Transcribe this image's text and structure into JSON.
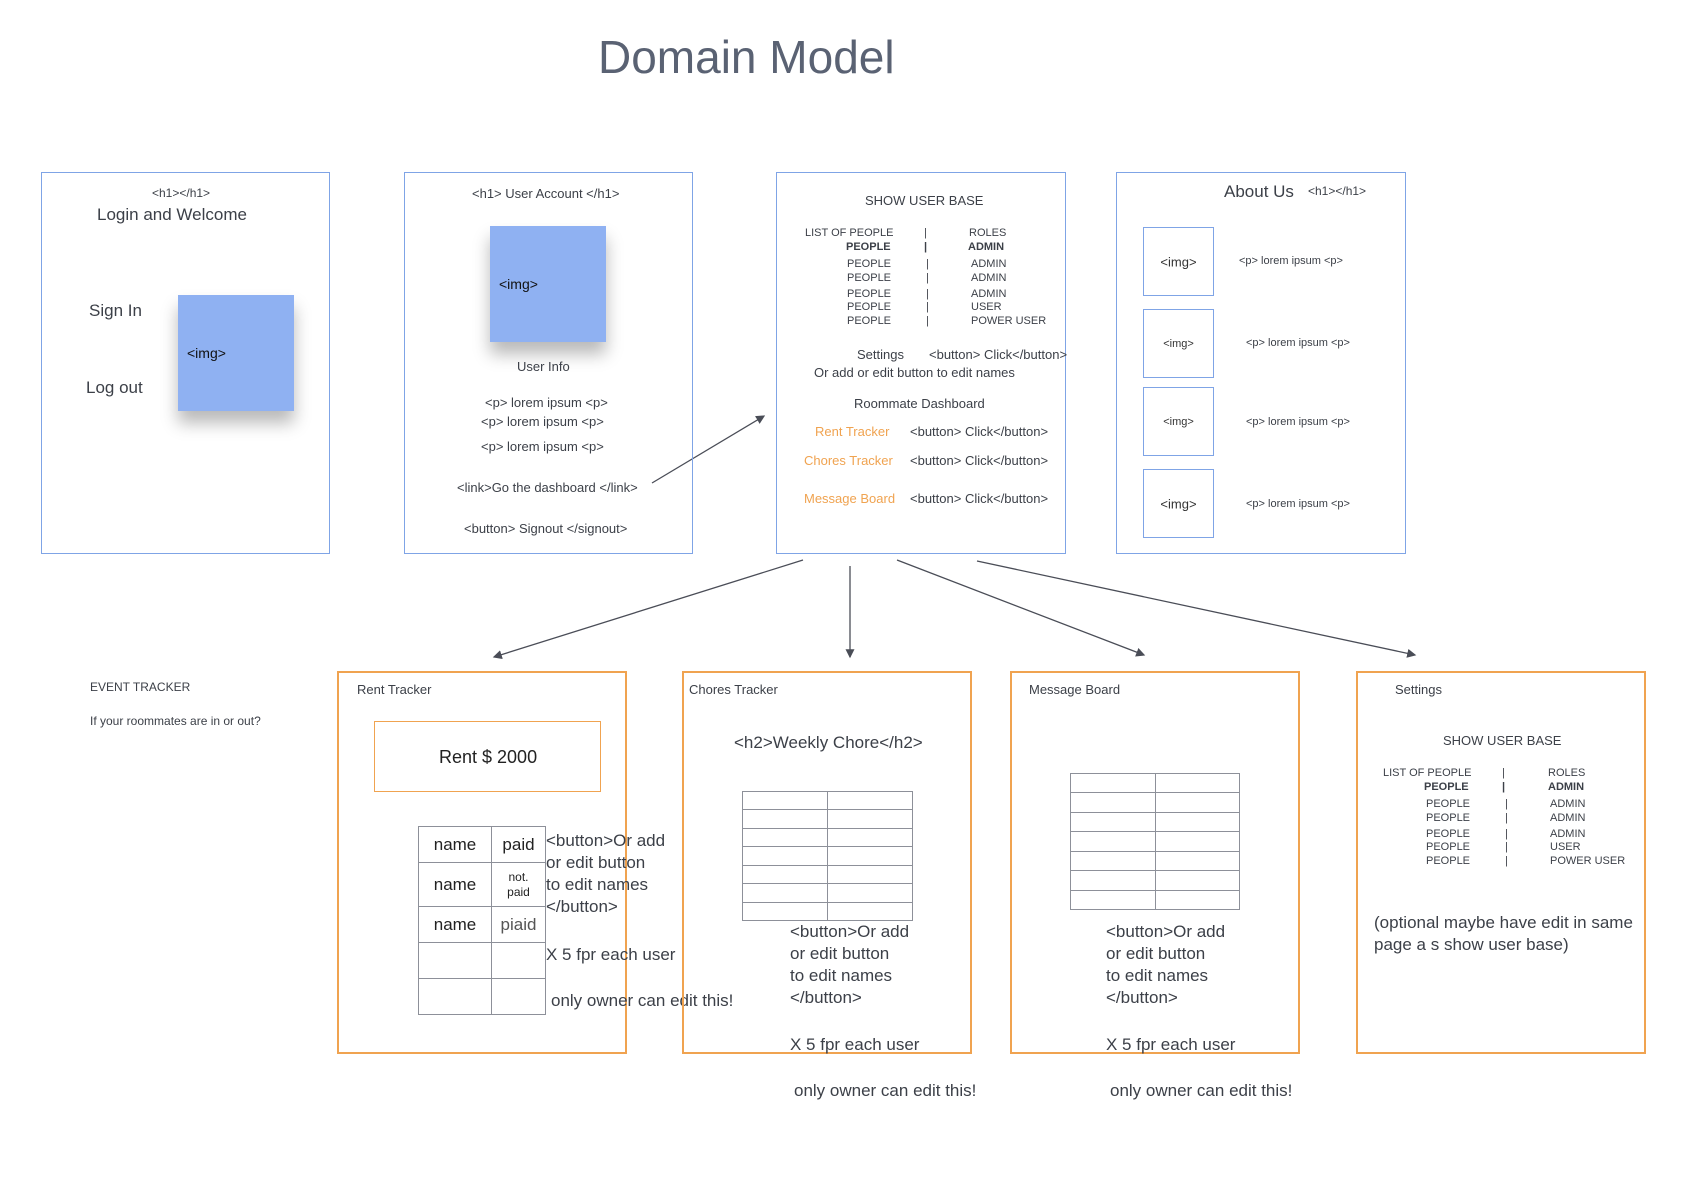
{
  "title": "Domain Model",
  "login_frame": {
    "h1_tag": "<h1></h1>",
    "heading": "Login  and Welcome",
    "sign_in": "Sign In",
    "log_out": "Log out",
    "img": "<img>"
  },
  "account_frame": {
    "h1_tag": "<h1> User Account </h1>",
    "img": "<img>",
    "user_info": "User Info",
    "p1": "<p> lorem ipsum <p>",
    "p2": "<p> lorem ipsum <p>",
    "p3": "<p> lorem ipsum <p>",
    "link": "<link>Go the dashboard </link>",
    "button": "<button> Signout </signout>"
  },
  "dashboard_frame": {
    "heading": "SHOW USER BASE",
    "col_people": "LIST OF PEOPLE",
    "col_sep": "|",
    "col_roles": "ROLES",
    "rows": [
      {
        "people": "PEOPLE",
        "sep": "|",
        "role": "ADMIN"
      },
      {
        "people": "PEOPLE",
        "sep": "|",
        "role": "ADMIN"
      },
      {
        "people": "PEOPLE",
        "sep": "|",
        "role": "ADMIN"
      },
      {
        "people": "PEOPLE",
        "sep": "|",
        "role": "ADMIN"
      },
      {
        "people": "PEOPLE",
        "sep": "|",
        "role": "USER"
      },
      {
        "people": "PEOPLE",
        "sep": "|",
        "role": "POWER USER"
      }
    ],
    "settings": "Settings",
    "settings_button": "<button> Click</button>",
    "settings_note": "Or add or edit button to edit names",
    "roommate": "Roommate Dashboard",
    "rent": "Rent Tracker",
    "rent_button": "<button> Click</button>",
    "chores": "Chores Tracker",
    "chores_button": "<button> Click</button>",
    "message": "Message Board",
    "message_button": "<button> Click</button>"
  },
  "about_frame": {
    "heading": "About Us",
    "h1_tag": "<h1></h1>",
    "items": [
      {
        "img": "<img>",
        "text": "<p> lorem ipsum <p>"
      },
      {
        "img": "<img>",
        "text": "<p> lorem ipsum <p>"
      },
      {
        "img": "<img>",
        "text": "<p> lorem ipsum <p>"
      },
      {
        "img": "<img>",
        "text": "<p> lorem ipsum <p>"
      }
    ]
  },
  "event_tracker": {
    "title": "EVENT TRACKER",
    "subtitle": "If your roommates are in or out?"
  },
  "rent_frame": {
    "label": "Rent Tracker",
    "rent": "Rent $ 2000",
    "table": [
      [
        "name",
        "paid"
      ],
      [
        "name",
        "not.\npaid"
      ],
      [
        "name",
        "piaid"
      ],
      [
        "",
        ""
      ],
      [
        "",
        ""
      ]
    ],
    "note": "<button>Or add\nor edit button\nto edit names\n</button>",
    "each_user": "X 5 fpr each user",
    "owner": "only owner can edit this!"
  },
  "chores_frame": {
    "label": "Chores Tracker",
    "h2": "<h2>Weekly Chore</h2>",
    "note": "<button>Or add\nor edit button\nto edit names\n</button>",
    "each_user": "X 5 fpr each user",
    "owner": "only owner can edit this!"
  },
  "message_frame": {
    "label": "Message Board",
    "note": "<button>Or add\nor edit button\nto edit names\n</button>",
    "each_user": "X 5 fpr each user",
    "owner": "only owner can edit this!"
  },
  "settings_frame": {
    "label": "Settings",
    "heading": "SHOW USER BASE",
    "col_people": "LIST OF PEOPLE",
    "col_sep": "|",
    "col_roles": "ROLES",
    "rows": [
      {
        "people": "PEOPLE",
        "sep": "|",
        "role": "ADMIN"
      },
      {
        "people": "PEOPLE",
        "sep": "|",
        "role": "ADMIN"
      },
      {
        "people": "PEOPLE",
        "sep": "|",
        "role": "ADMIN"
      },
      {
        "people": "PEOPLE",
        "sep": "|",
        "role": "ADMIN"
      },
      {
        "people": "PEOPLE",
        "sep": "|",
        "role": "USER"
      },
      {
        "people": "PEOPLE",
        "sep": "|",
        "role": "POWER USER"
      }
    ],
    "note": "(optional maybe have edit in same\npage a s show user base)"
  },
  "colors": {
    "blue_frame": "#7fa4e6",
    "orange_frame": "#f0a350",
    "img_fill": "#8fb1f2",
    "title": "#5a6273",
    "arrow": "#4a4d57"
  }
}
